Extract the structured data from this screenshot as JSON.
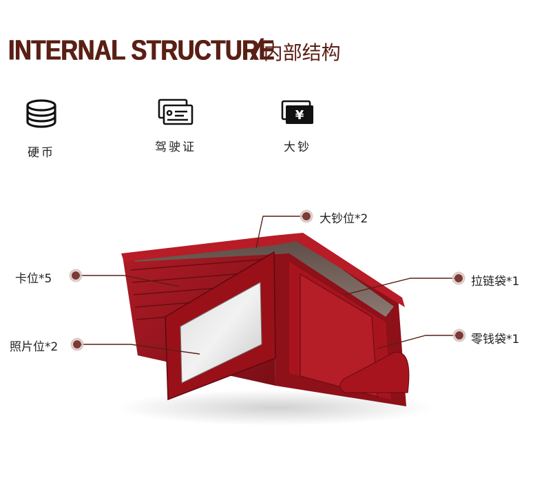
{
  "header": {
    "title_en": "INTERNAL STRUCTURE",
    "title_sep": "/",
    "title_cn": "内部结构"
  },
  "features": [
    {
      "icon": "coins-icon",
      "label": "硬币"
    },
    {
      "icon": "id-card-icon",
      "label": "驾驶证"
    },
    {
      "icon": "banknote-icon",
      "label": "大钞"
    }
  ],
  "callouts": {
    "bill_slot": "大钞位*2",
    "card_slot": "卡位*5",
    "zipper_pocket": "拉链袋*1",
    "photo_slot": "照片位*2",
    "coin_pocket": "零钱袋*1"
  },
  "colors": {
    "title": "#5a1f14",
    "leather": "#a4161f",
    "leather_dark": "#6d0d14",
    "line": "#5a1f14",
    "dot": "#7a3a36"
  }
}
